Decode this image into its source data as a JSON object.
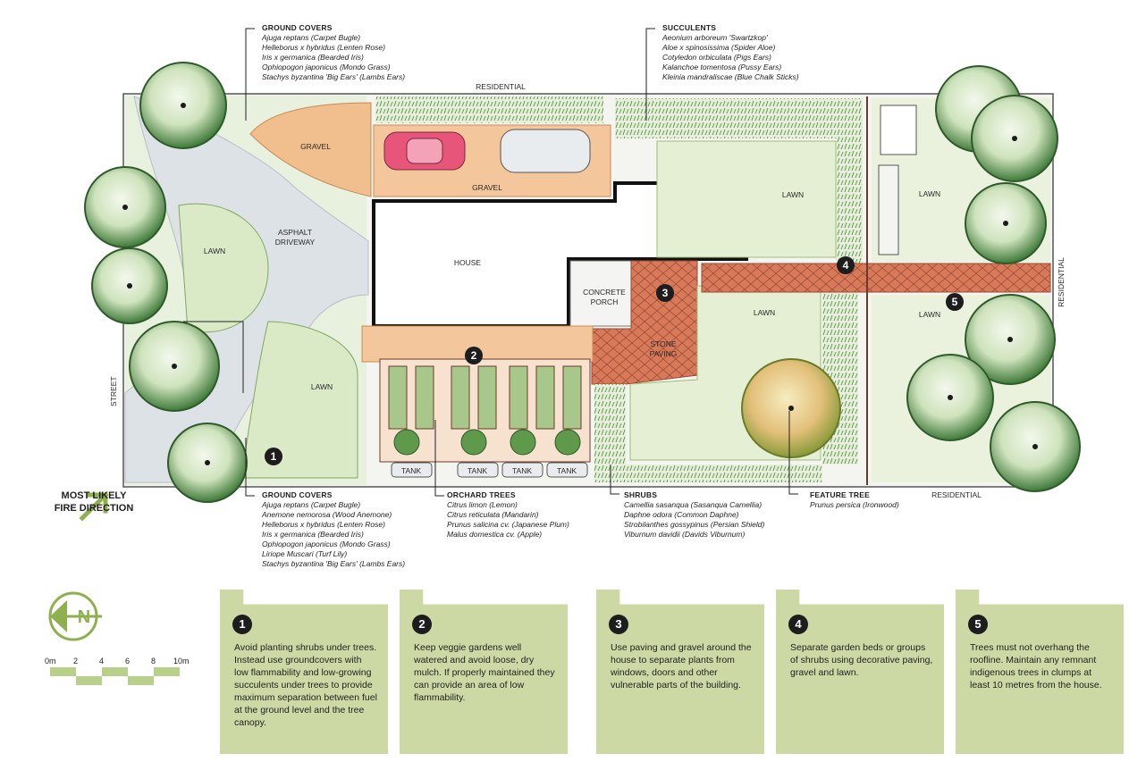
{
  "plan": {
    "street": "STREET",
    "residential_top": "RESIDENTIAL",
    "residential_right": "RESIDENTIAL",
    "residential_bottom": "RESIDENTIAL",
    "gravel_1": "GRAVEL",
    "gravel_2": "GRAVEL",
    "driveway_1": "ASPHALT",
    "driveway_2": "DRIVEWAY",
    "lawn": "LAWN",
    "house": "HOUSE",
    "porch_1": "CONCRETE",
    "porch_2": "PORCH",
    "paving_1": "STONE",
    "paving_2": "PAVING",
    "tank": "TANK",
    "markers": [
      "1",
      "2",
      "3",
      "4",
      "5"
    ]
  },
  "labels": {
    "ground_covers_top": {
      "heading": "GROUND COVERS",
      "items": [
        "Ajuga reptans (Carpet Bugle)",
        "Helleborus x hybridus (Lenten Rose)",
        "Iris x germanica (Bearded Iris)",
        "Ophiopogon japonicus (Mondo Grass)",
        "Stachys byzantina 'Big Ears' (Lambs Ears)"
      ]
    },
    "succulents": {
      "heading": "SUCCULENTS",
      "items": [
        "Aeonium arboreum 'Swartzkop'",
        "Aloe x spinosissima (Spider Aloe)",
        "Cotyledon orbiculata (Pigs Ears)",
        "Kalanchoe tomentosa (Pussy Ears)",
        "Kleinia mandraliscae (Blue Chalk Sticks)"
      ]
    },
    "ground_covers_bottom": {
      "heading": "GROUND COVERS",
      "items": [
        "Ajuga reptans (Carpet Bugle)",
        "Anemone nemorosa (Wood Anemone)",
        "Helleborus x hybridus (Lenten Rose)",
        "Iris x germanica (Bearded Iris)",
        "Ophiopogon japonicus (Mondo Grass)",
        "Liriope Muscari (Turf Lily)",
        "Stachys byzantina 'Big Ears' (Lambs Ears)"
      ]
    },
    "orchard_trees": {
      "heading": "ORCHARD TREES",
      "items": [
        "Citrus limon (Lemon)",
        "Citrus reticulata (Mandarin)",
        "Prunus salicina cv. (Japanese Plum)",
        "Malus domestica cv. (Apple)"
      ]
    },
    "shrubs": {
      "heading": "SHRUBS",
      "items": [
        "Camellia sasanqua (Sasanqua Camellia)",
        "Daphne odora (Common Daphne)",
        "Strobilanthes gossypinus (Persian Shield)",
        "Viburnum davidii (Davids Viburnum)"
      ]
    },
    "feature_tree": {
      "heading": "FEATURE TREE",
      "items": [
        "Prunus persica (Ironwood)"
      ]
    }
  },
  "fire_direction": {
    "line1": "MOST LIKELY",
    "line2": "FIRE DIRECTION"
  },
  "compass_letter": "N",
  "scale": {
    "ticks": [
      "0m",
      "2",
      "4",
      "6",
      "8",
      "10m"
    ]
  },
  "cards": [
    {
      "num": "1",
      "text": "Avoid planting shrubs under trees. Instead use groundcovers with low flammability and low-growing succulents under trees to provide maximum separation between fuel at the ground level and the tree canopy."
    },
    {
      "num": "2",
      "text": "Keep veggie gardens well watered and avoid loose, dry mulch. If properly maintained they can provide an area of low flammability."
    },
    {
      "num": "3",
      "text": "Use paving and gravel around the house to separate plants from windows, doors and other vulnerable parts of the building."
    },
    {
      "num": "4",
      "text": "Separate garden beds or groups of shrubs using decorative paving, gravel and lawn."
    },
    {
      "num": "5",
      "text": "Trees must not overhang the roofline. Maintain any remnant indigenous trees in clumps at least 10 metres from the house."
    }
  ],
  "colors": {
    "card_bg": "#ccd9a4",
    "accent_green": "#8fb04f",
    "lawn": "#dfeccb",
    "tree_dark": "#3f7a3a",
    "gravel": "#f0b98a",
    "paving": "#d2654a",
    "asphalt": "#d6dbe0"
  }
}
